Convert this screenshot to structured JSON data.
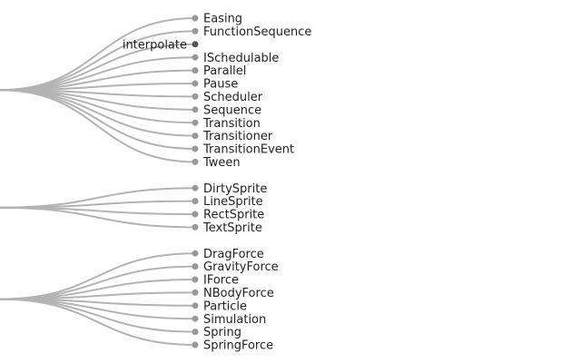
{
  "tree": {
    "groups": [
      {
        "children": [
          {
            "label": "Easing",
            "leaf": true
          },
          {
            "label": "FunctionSequence",
            "leaf": true
          },
          {
            "label": "interpolate",
            "leaf": false
          },
          {
            "label": "ISchedulable",
            "leaf": true
          },
          {
            "label": "Parallel",
            "leaf": true
          },
          {
            "label": "Pause",
            "leaf": true
          },
          {
            "label": "Scheduler",
            "leaf": true
          },
          {
            "label": "Sequence",
            "leaf": true
          },
          {
            "label": "Transition",
            "leaf": true
          },
          {
            "label": "Transitioner",
            "leaf": true
          },
          {
            "label": "TransitionEvent",
            "leaf": true
          },
          {
            "label": "Tween",
            "leaf": true
          }
        ]
      },
      {
        "children": [
          {
            "label": "DirtySprite",
            "leaf": true
          },
          {
            "label": "LineSprite",
            "leaf": true
          },
          {
            "label": "RectSprite",
            "leaf": true
          },
          {
            "label": "TextSprite",
            "leaf": true
          }
        ]
      },
      {
        "children": [
          {
            "label": "DragForce",
            "leaf": true
          },
          {
            "label": "GravityForce",
            "leaf": true
          },
          {
            "label": "IForce",
            "leaf": true
          },
          {
            "label": "NBodyForce",
            "leaf": true
          },
          {
            "label": "Particle",
            "leaf": true
          },
          {
            "label": "Simulation",
            "leaf": true
          },
          {
            "label": "Spring",
            "leaf": true
          },
          {
            "label": "SpringForce",
            "leaf": true
          }
        ]
      }
    ],
    "colors": {
      "link": "#b3b3b3",
      "leaf_node": "#999999",
      "internal_node": "#555555",
      "text": "#222222"
    }
  }
}
